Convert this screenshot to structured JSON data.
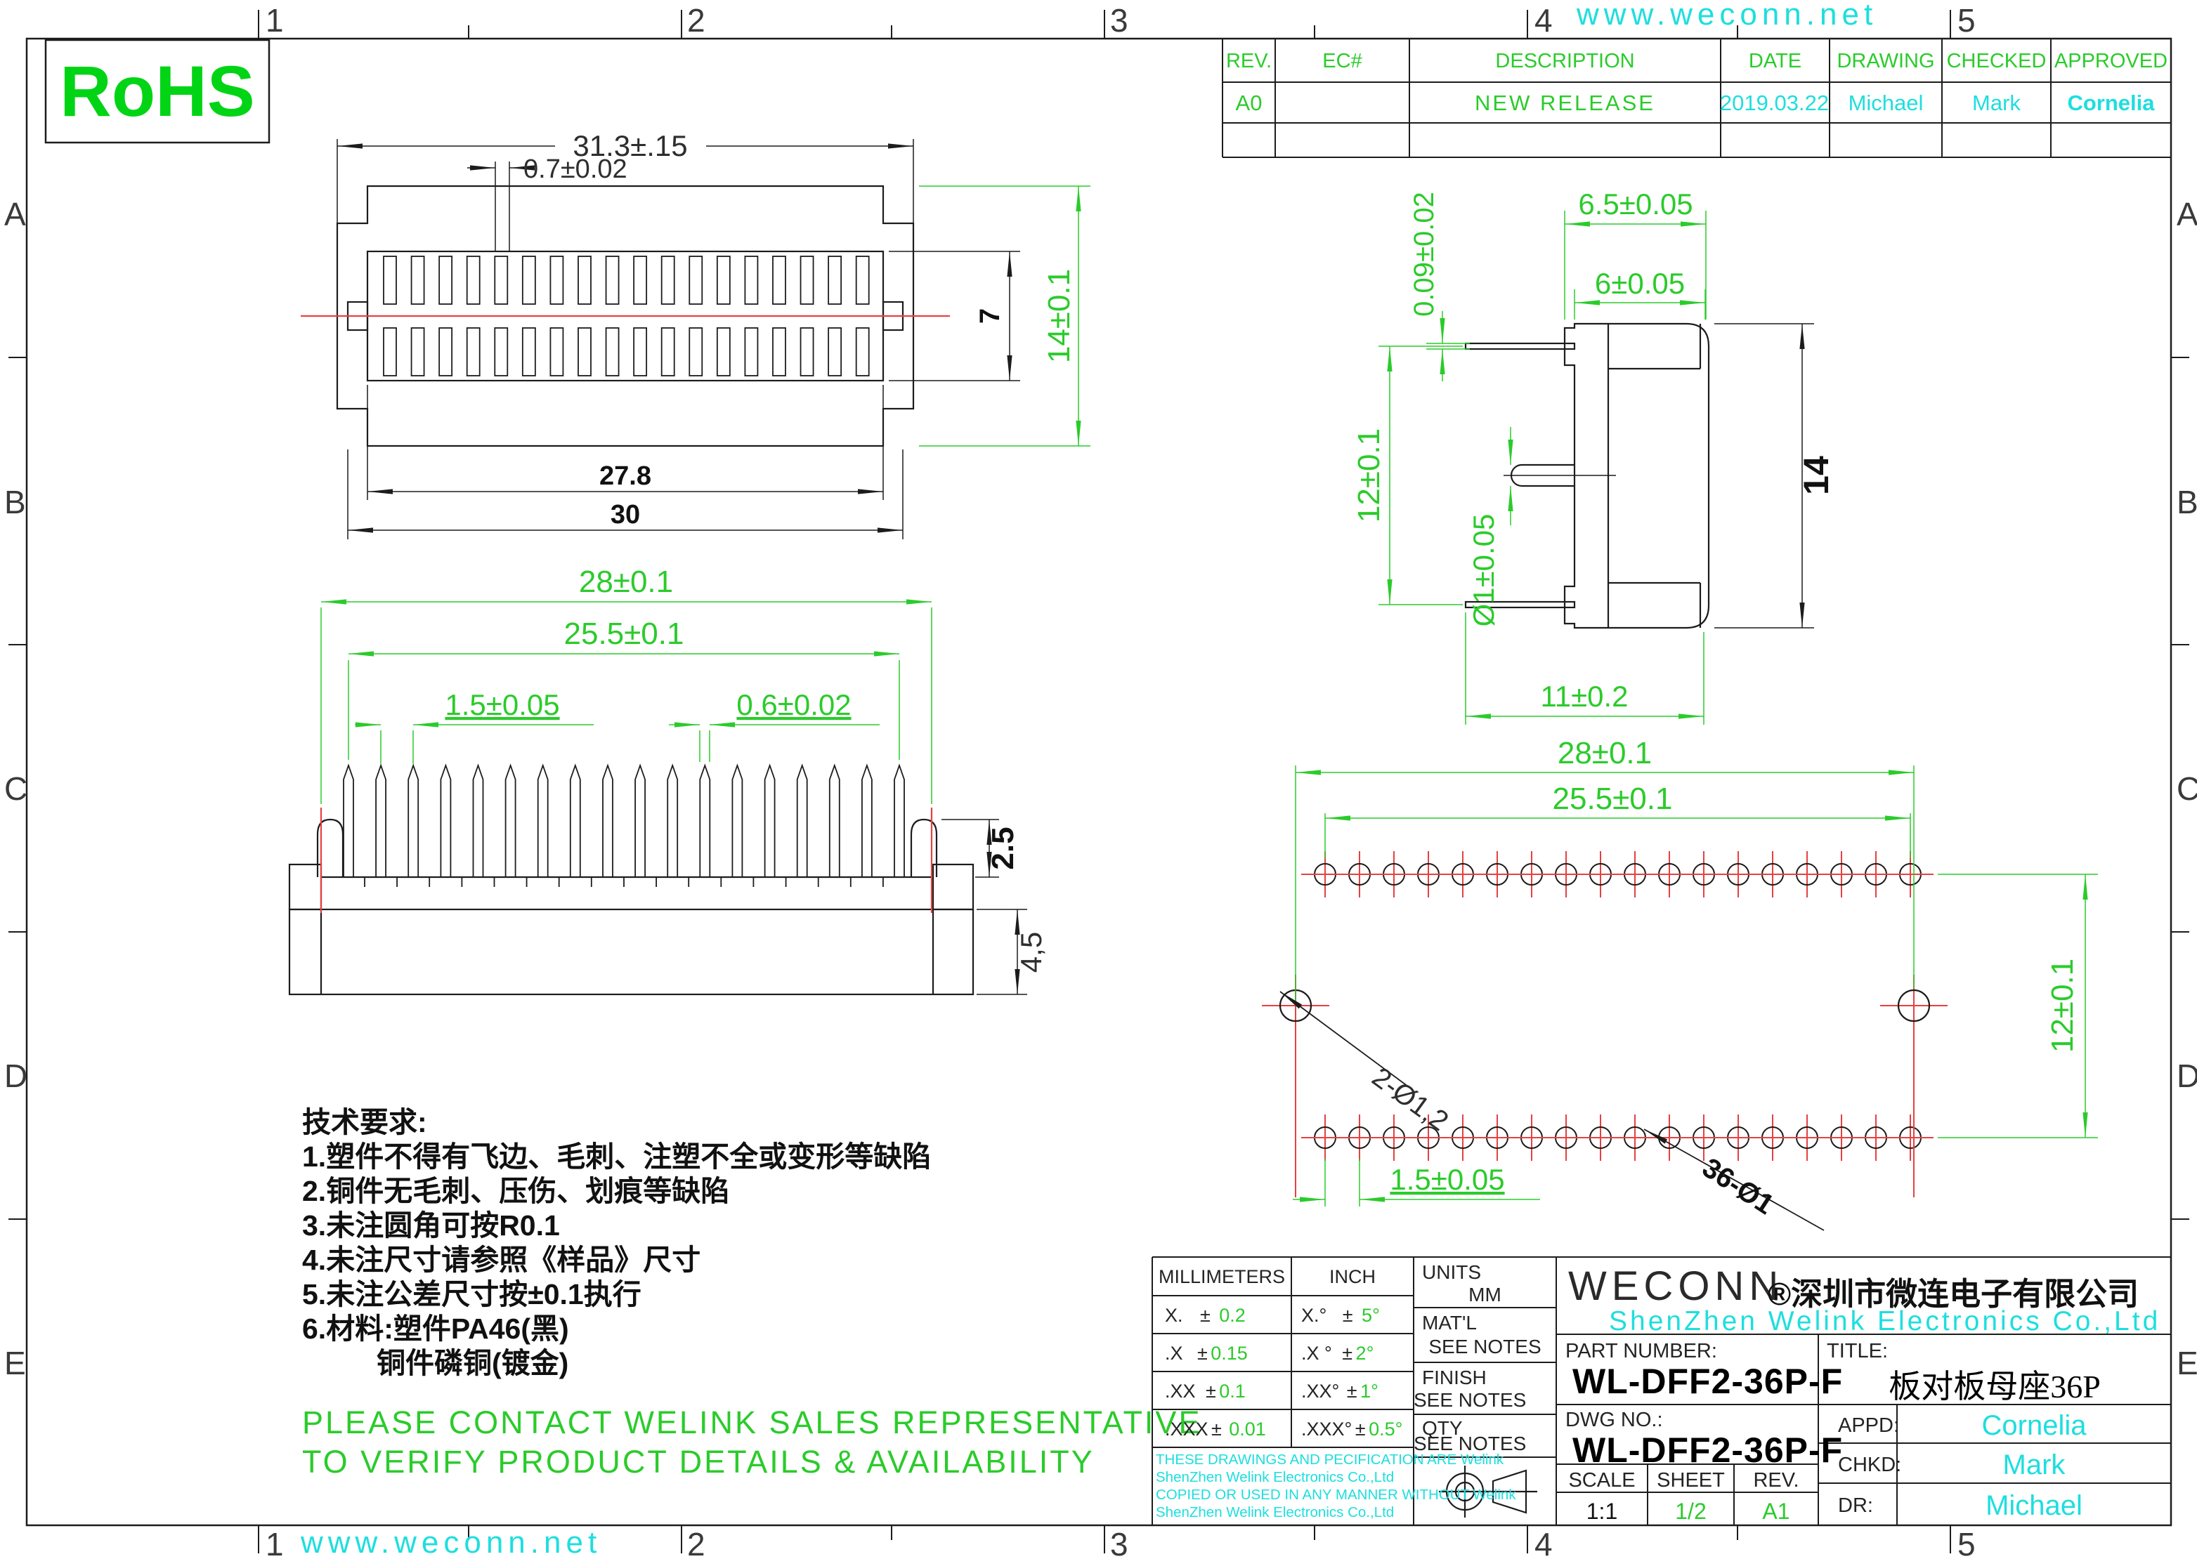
{
  "page": {
    "website_top": "www.weconn.net",
    "website_bottom": "www.weconn.net",
    "rohs_label": "RoHS",
    "contact_line1": "PLEASE CONTACT WELINK SALES REPRESENTATIVE",
    "contact_line2": "TO VERIFY PRODUCT DETAILS & AVAILABILITY"
  },
  "border": {
    "cols": [
      "1",
      "2",
      "3",
      "4",
      "5"
    ],
    "rows": [
      "A",
      "B",
      "C",
      "D",
      "E"
    ]
  },
  "revision_table": {
    "headers": [
      "REV.",
      "EC#",
      "DESCRIPTION",
      "DATE",
      "DRAWING",
      "CHECKED",
      "APPROVED"
    ],
    "row": {
      "rev": "A0",
      "ec": "",
      "description": "NEW RELEASE",
      "date": "2019.03.22",
      "drawing": "Michael",
      "checked": "Mark",
      "approved": "Cornelia"
    }
  },
  "views": {
    "top": {
      "dims": {
        "overall_width": "31.3±.15",
        "slot_width": "0.7±0.02",
        "height": "14±0.1",
        "slot_field_height": "7",
        "inner_width": "27.8",
        "tab_width": "30"
      }
    },
    "side": {
      "dims": {
        "pin_offset": "0.09±0.02",
        "block_width": "6.5±0.05",
        "inner_width": "6±0.05",
        "pin_span": "12±0.1",
        "contact_dia": "Ø1±0.05",
        "height": "14",
        "body_width": "11±0.2"
      }
    },
    "front": {
      "dims": {
        "mount_span": "28±0.1",
        "pin_span": "25.5±0.1",
        "pitch": "1.5±0.05",
        "pin_width": "0.6±0.02",
        "pin_height": "2.5",
        "base_height": "4,5"
      }
    },
    "pcb": {
      "dims": {
        "mount_span": "28±0.1",
        "pin_span": "25.5±0.1",
        "row_span": "12±0.1",
        "pitch": "1.5±0.05",
        "mount_holes": "2-Ø1,2",
        "pin_holes": "36-Ø1"
      }
    }
  },
  "notes": {
    "title": "技术要求:",
    "lines": [
      "1.塑件不得有飞边、毛刺、注塑不全或变形等缺陷",
      "2.铜件无毛刺、压伤、划痕等缺陷",
      "3.未注圆角可按R0.1",
      "4.未注尺寸请参照《样品》尺寸",
      "5.未注公差尺寸按±0.1执行",
      "6.材料:塑件PA46(黑)",
      "铜件磷铜(镀金)"
    ]
  },
  "tolerance_table": {
    "col1_header": "MILLIMETERS",
    "col2_header": "INCH",
    "mm_rows": [
      {
        "label": "X.",
        "pm": "±",
        "value": "0.2"
      },
      {
        "label": ".X",
        "pm": "±",
        "value": "0.15"
      },
      {
        "label": ".XX",
        "pm": "±",
        "value": "0.1"
      },
      {
        "label": ".XXX",
        "pm": "±",
        "value": "0.01"
      }
    ],
    "inch_rows": [
      {
        "label": "X.°",
        "pm": "±",
        "value": "5°"
      },
      {
        "label": ".X °",
        "pm": "±",
        "value": "2°"
      },
      {
        "label": ".XX°",
        "pm": "±",
        "value": "1°"
      },
      {
        "label": ".XXX°",
        "pm": "±",
        "value": "0.5°"
      }
    ]
  },
  "spec_boxes": {
    "units_label": "UNITS",
    "units_value": "MM",
    "matl_label": "MAT'L",
    "matl_value": "SEE NOTES",
    "finish_label": "FINISH",
    "finish_value": "SEE NOTES",
    "qty_label": "QTY",
    "qty_value": "SEE NOTES"
  },
  "disclaimer": [
    "THESE DRAWINGS AND PECIFICATION  ARE Welink",
    "ShenZhen Welink Electronics Co.,Ltd",
    "COPIED OR USED IN ANY MANNER WITHOUT Welink",
    "ShenZhen Welink Electronics Co.,Ltd"
  ],
  "company": {
    "brand": "WECONN",
    "name_cn": "®深圳市微连电子有限公司",
    "name_en": "ShenZhen Welink Electronics Co.,Ltd"
  },
  "title_block": {
    "part_number_label": "PART NUMBER:",
    "part_number": "WL-DFF2-36P-F",
    "title_label": "TITLE:",
    "title": "板对板母座36P",
    "dwg_no_label": "DWG NO.:",
    "dwg_no": "WL-DFF2-36P-F",
    "scale_label": "SCALE",
    "scale": "1:1",
    "sheet_label": "SHEET",
    "sheet": "1/2",
    "rev_label": "REV.",
    "rev": "A1",
    "appd_label": "APPD:",
    "appd": "Cornelia",
    "chkd_label": "CHKD:",
    "chkd": "Mark",
    "dr_label": "DR:",
    "dr": "Michael"
  }
}
